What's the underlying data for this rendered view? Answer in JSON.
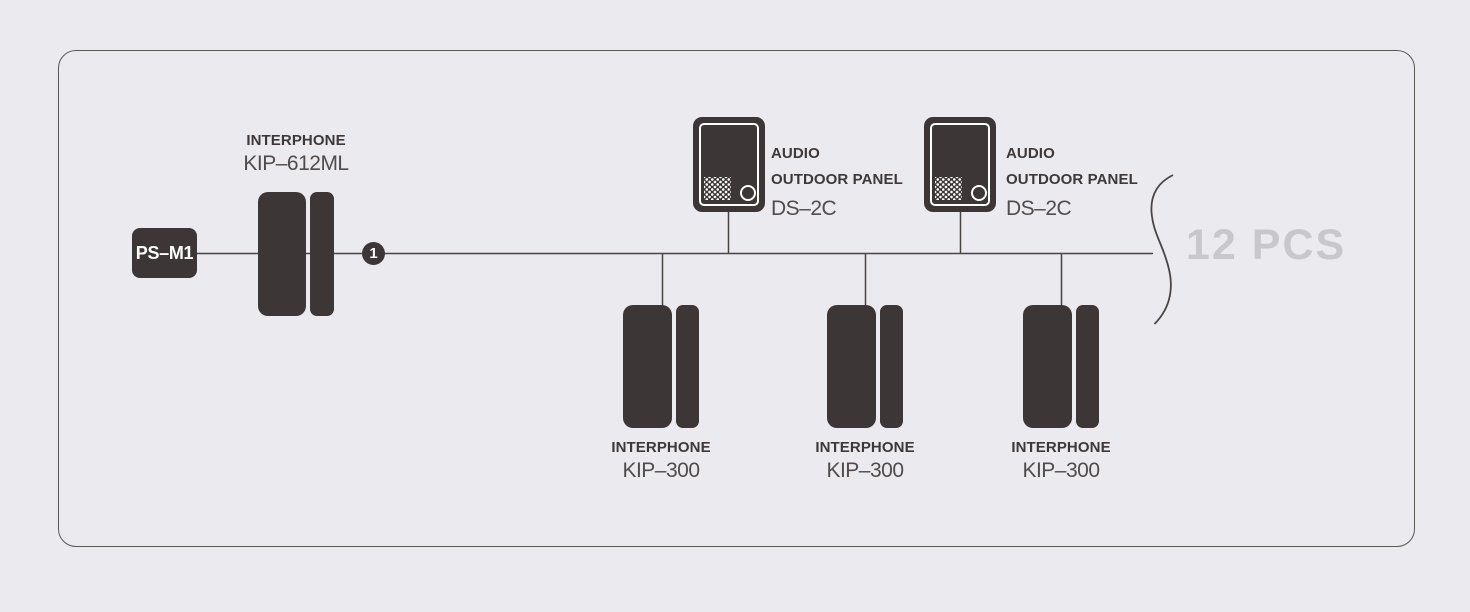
{
  "diagram": {
    "power_supply": {
      "label": "PS–M1"
    },
    "master_interphone": {
      "title": "INTERPHONE",
      "model": "KIP–612ML"
    },
    "node_marker": {
      "number": "1"
    },
    "outdoor_panels": [
      {
        "line1": "AUDIO",
        "line2": "OUTDOOR PANEL",
        "model": "DS–2C"
      },
      {
        "line1": "AUDIO",
        "line2": "OUTDOOR PANEL",
        "model": "DS–2C"
      }
    ],
    "interphones": [
      {
        "title": "INTERPHONE",
        "model": "KIP–300"
      },
      {
        "title": "INTERPHONE",
        "model": "KIP–300"
      },
      {
        "title": "INTERPHONE",
        "model": "KIP–300"
      }
    ],
    "quantity_note": "12 PCS",
    "icons": {
      "speaker-grille-icon": "dot-matrix",
      "call-button-icon": "ring-circle",
      "quantity-brace-icon": "s-curve"
    },
    "colors": {
      "device_fill": "#3c3636",
      "wire": "#4a4545",
      "background": "#ebeaee",
      "frame_border": "#5c5757",
      "muted_quantity_text": "#c8c8cc",
      "label_text": "#3e3839",
      "model_text": "#514b4c"
    }
  }
}
